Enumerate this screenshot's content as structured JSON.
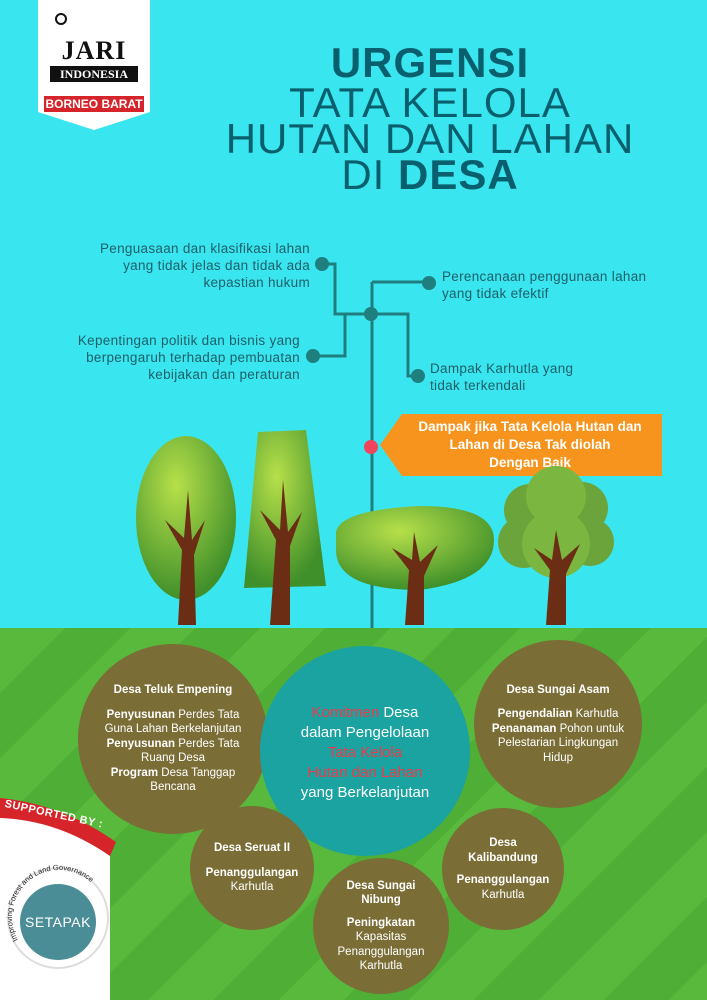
{
  "logo": {
    "line1": "JARI",
    "line2": "INDONESIA",
    "line3": "BORNEO BARAT"
  },
  "title": {
    "line1": "URGENSI",
    "line2": "TATA KELOLA",
    "line3": "HUTAN DAN LAHAN",
    "line4_pre": "DI ",
    "line4_bold": "DESA"
  },
  "issues": {
    "left1": [
      "Penguasaan dan klasifikasi lahan",
      "yang tidak jelas dan tidak ada",
      "kepastian hukum"
    ],
    "left2": [
      "Kepentingan politik dan bisnis yang",
      "berpengaruh terhadap pembuatan",
      "kebijakan dan peraturan"
    ],
    "right1": [
      "Perencanaan penggunaan lahan",
      "yang tidak efektif"
    ],
    "right2": [
      "Dampak Karhutla yang",
      "tidak terkendali"
    ]
  },
  "callout": [
    "Dampak jika Tata Kelola Hutan dan",
    "Lahan di Desa Tak diolah",
    "Dengan Baik"
  ],
  "center": {
    "w1": "Komitmen",
    "w2": " Desa",
    "w3": "dalam Pengelolaan",
    "w4": "Tata Kelola",
    "w5": "Hutan dan Lahan",
    "w6": "yang Berkelanjutan"
  },
  "villages": {
    "teluk": {
      "name": "Desa Teluk Empening",
      "b1": "Penyusunan",
      "t1": " Perdes Tata Guna Lahan Berkelanjutan",
      "b2": "Penyusunan",
      "t2": " Perdes Tata Ruang Desa",
      "b3": "Program",
      "t3": " Desa Tanggap Bencana"
    },
    "asam": {
      "name": "Desa Sungai Asam",
      "b1": "Pengendalian",
      "t1": " Karhutla",
      "b2": "Penanaman",
      "t2": " Pohon untuk Pelestarian Lingkungan Hidup"
    },
    "seruat": {
      "name": "Desa Seruat II",
      "b1": "Penanggulangan",
      "t1": "Karhutla"
    },
    "nibung": {
      "name1": "Desa Sungai",
      "name2": "Nibung",
      "b1": "Peningkatan",
      "t1": "Kapasitas Penanggulangan Karhutla"
    },
    "kali": {
      "name1": "Desa",
      "name2": "Kalibandung",
      "b1": "Penanggulangan",
      "t1": "Karhutla"
    }
  },
  "supported": {
    "label": "SUPPORTED BY :",
    "ring": "Improving Forest and Land Governance",
    "name": "SETAPAK"
  }
}
